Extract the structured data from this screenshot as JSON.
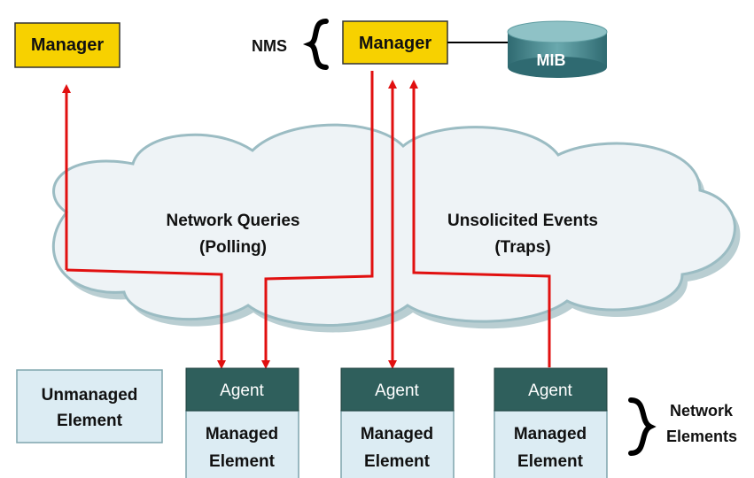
{
  "managers": {
    "left": "Manager",
    "right": "Manager"
  },
  "nms_label": "NMS",
  "mib_label": "MIB",
  "cloud": {
    "queries_line1": "Network Queries",
    "queries_line2": "(Polling)",
    "events_line1": "Unsolicited Events",
    "events_line2": "(Traps)"
  },
  "unmanaged": {
    "line1": "Unmanaged",
    "line2": "Element"
  },
  "agents": [
    {
      "header": "Agent",
      "line1": "Managed",
      "line2": "Element"
    },
    {
      "header": "Agent",
      "line1": "Managed",
      "line2": "Element"
    },
    {
      "header": "Agent",
      "line1": "Managed",
      "line2": "Element"
    }
  ],
  "network_elements": {
    "line1": "Network",
    "line2": "Elements"
  },
  "colors": {
    "manager_fill": "#f7d100",
    "agent_header": "#2f5f5c",
    "element_fill": "#dcecf3",
    "arrow": "#e11010",
    "cloud_fill": "#eef3f6",
    "cloud_edge": "#7fa5ad",
    "mib_fill": "#3e7f86"
  }
}
